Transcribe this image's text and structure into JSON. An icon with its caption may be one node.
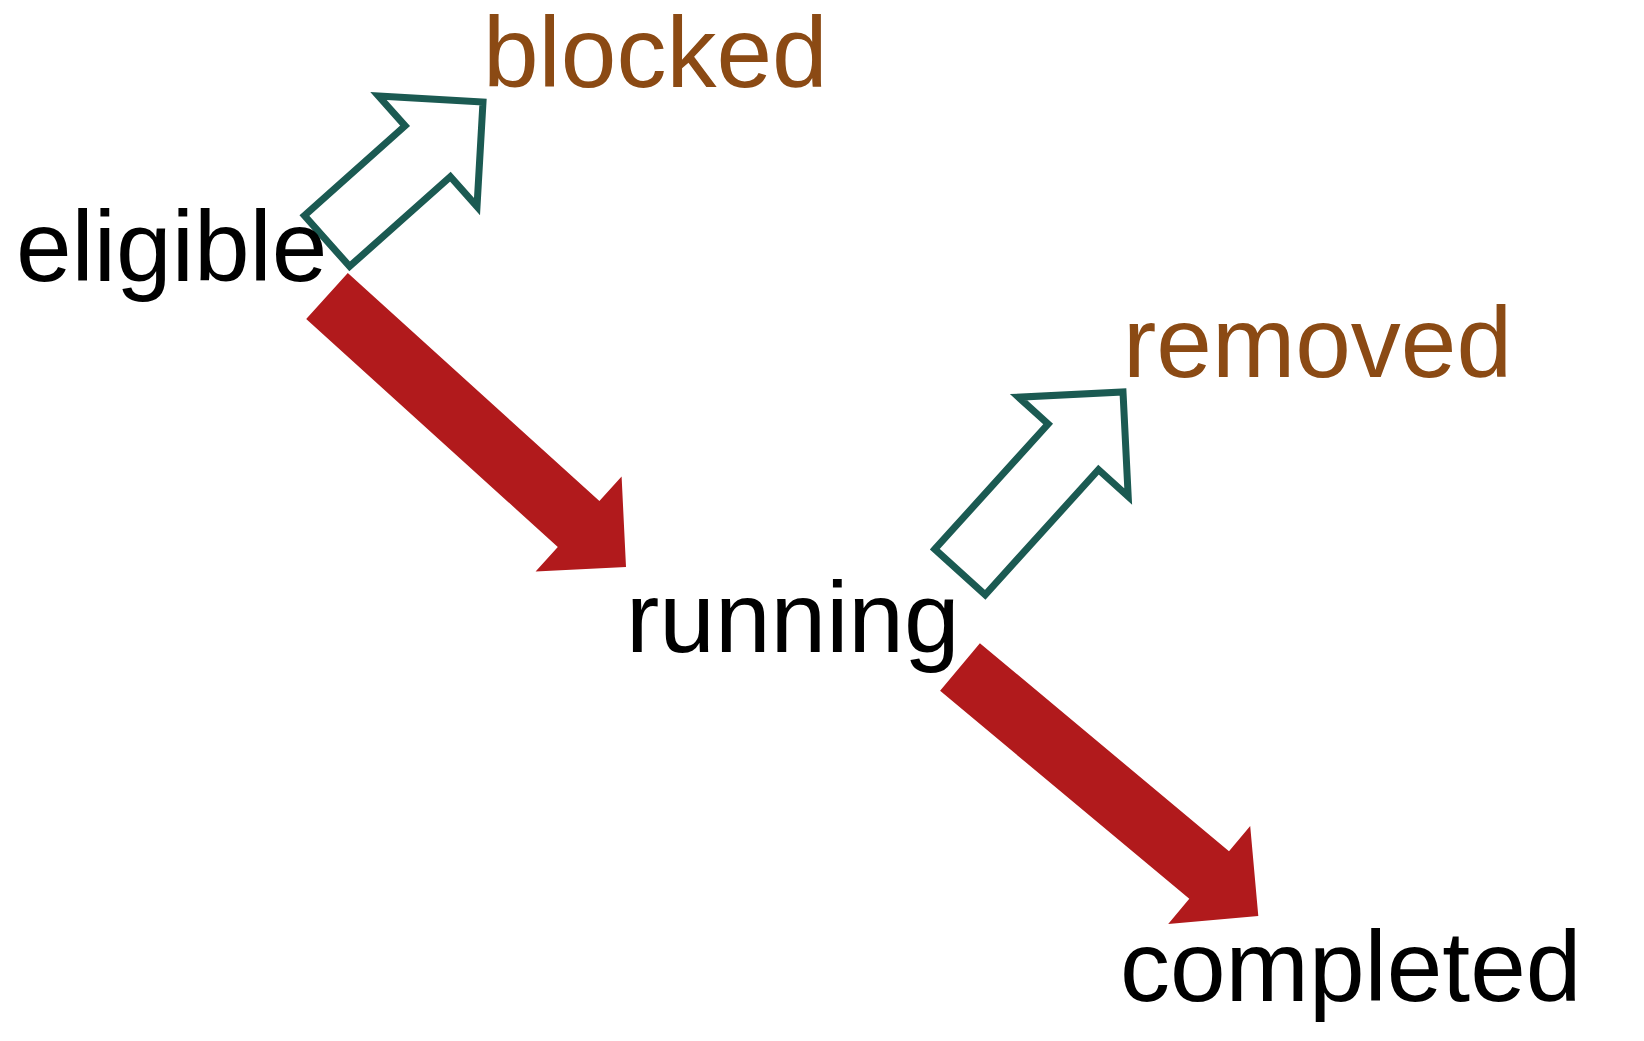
{
  "diagram": {
    "nodes": [
      {
        "text": [
          "eligible"
        ]
      },
      {
        "text": [
          "blocked"
        ]
      },
      {
        "text": [
          "running"
        ]
      },
      {
        "text": [
          "removed"
        ]
      },
      {
        "text": [
          "completed"
        ]
      }
    ],
    "edges": [
      {
        "from": 0,
        "to": 1,
        "arrow": "to",
        "color": "#1b5a52"
      },
      {
        "from": 0,
        "to": 2,
        "arrow": "to",
        "style": "thick",
        "color": "#b11a1c"
      },
      {
        "from": 2,
        "to": 3,
        "arrow": "to",
        "color": "#1b5a52"
      },
      {
        "from": 2,
        "to": 4,
        "arrow": "to",
        "style": "thick",
        "color": "#b11a1c"
      }
    ]
  }
}
